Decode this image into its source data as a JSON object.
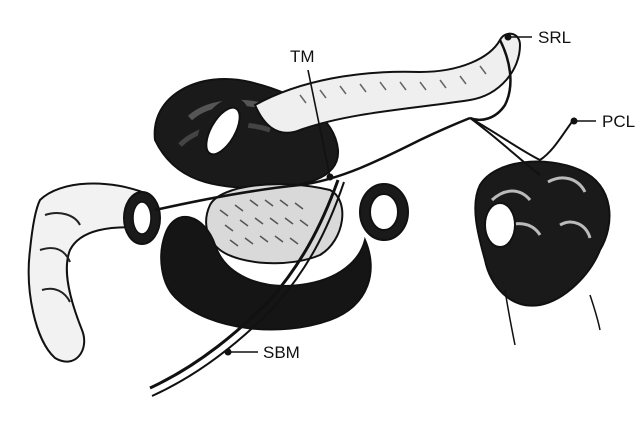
{
  "labels": {
    "srl": "SRL",
    "tm": "TM",
    "pcl": "PCL",
    "sbm": "SBM"
  },
  "colors": {
    "ink": "#111111",
    "dark_fill": "#1a1a1a",
    "paper": "#ffffff",
    "mid_gray": "#8a8a8a"
  }
}
